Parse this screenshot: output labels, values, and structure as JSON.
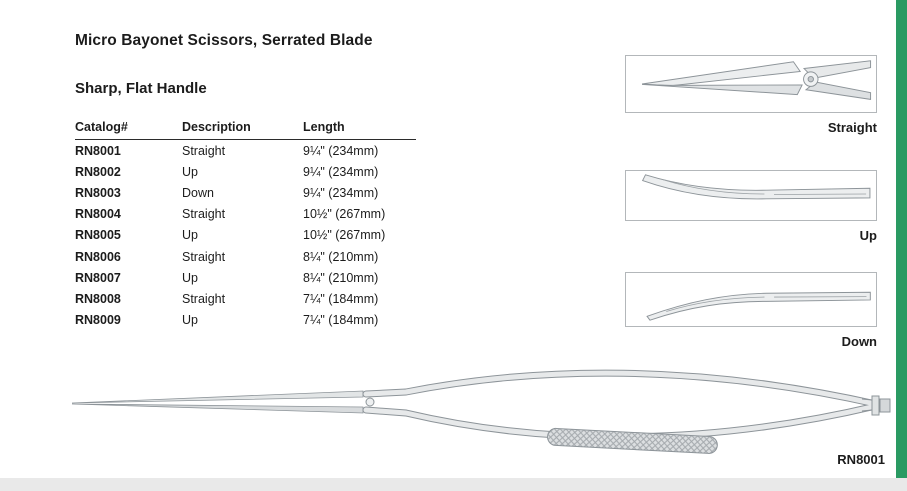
{
  "header": {
    "title": "Micro Bayonet Scissors, Serrated Blade",
    "subtitle": "Sharp, Flat Handle"
  },
  "table": {
    "headers": [
      "Catalog#",
      "Description",
      "Length"
    ],
    "rows": [
      {
        "catalog": "RN8001",
        "description": "Straight",
        "length": "9¼\" (234mm)"
      },
      {
        "catalog": "RN8002",
        "description": "Up",
        "length": "9¼\" (234mm)"
      },
      {
        "catalog": "RN8003",
        "description": "Down",
        "length": "9¼\" (234mm)"
      },
      {
        "catalog": "RN8004",
        "description": "Straight",
        "length": "10½\" (267mm)"
      },
      {
        "catalog": "RN8005",
        "description": "Up",
        "length": "10½\" (267mm)"
      },
      {
        "catalog": "RN8006",
        "description": "Straight",
        "length": "8¼\" (210mm)"
      },
      {
        "catalog": "RN8007",
        "description": "Up",
        "length": "8¼\" (210mm)"
      },
      {
        "catalog": "RN8008",
        "description": "Straight",
        "length": "7¼\" (184mm)"
      },
      {
        "catalog": "RN8009",
        "description": "Up",
        "length": "7¼\" (184mm)"
      }
    ]
  },
  "thumbnails": [
    {
      "name": "straight-tip",
      "caption": "Straight"
    },
    {
      "name": "up-tip",
      "caption": "Up"
    },
    {
      "name": "down-tip",
      "caption": "Down"
    }
  ],
  "main_image": {
    "caption": "RN8001"
  },
  "colors": {
    "accent": "#2a9a62"
  }
}
